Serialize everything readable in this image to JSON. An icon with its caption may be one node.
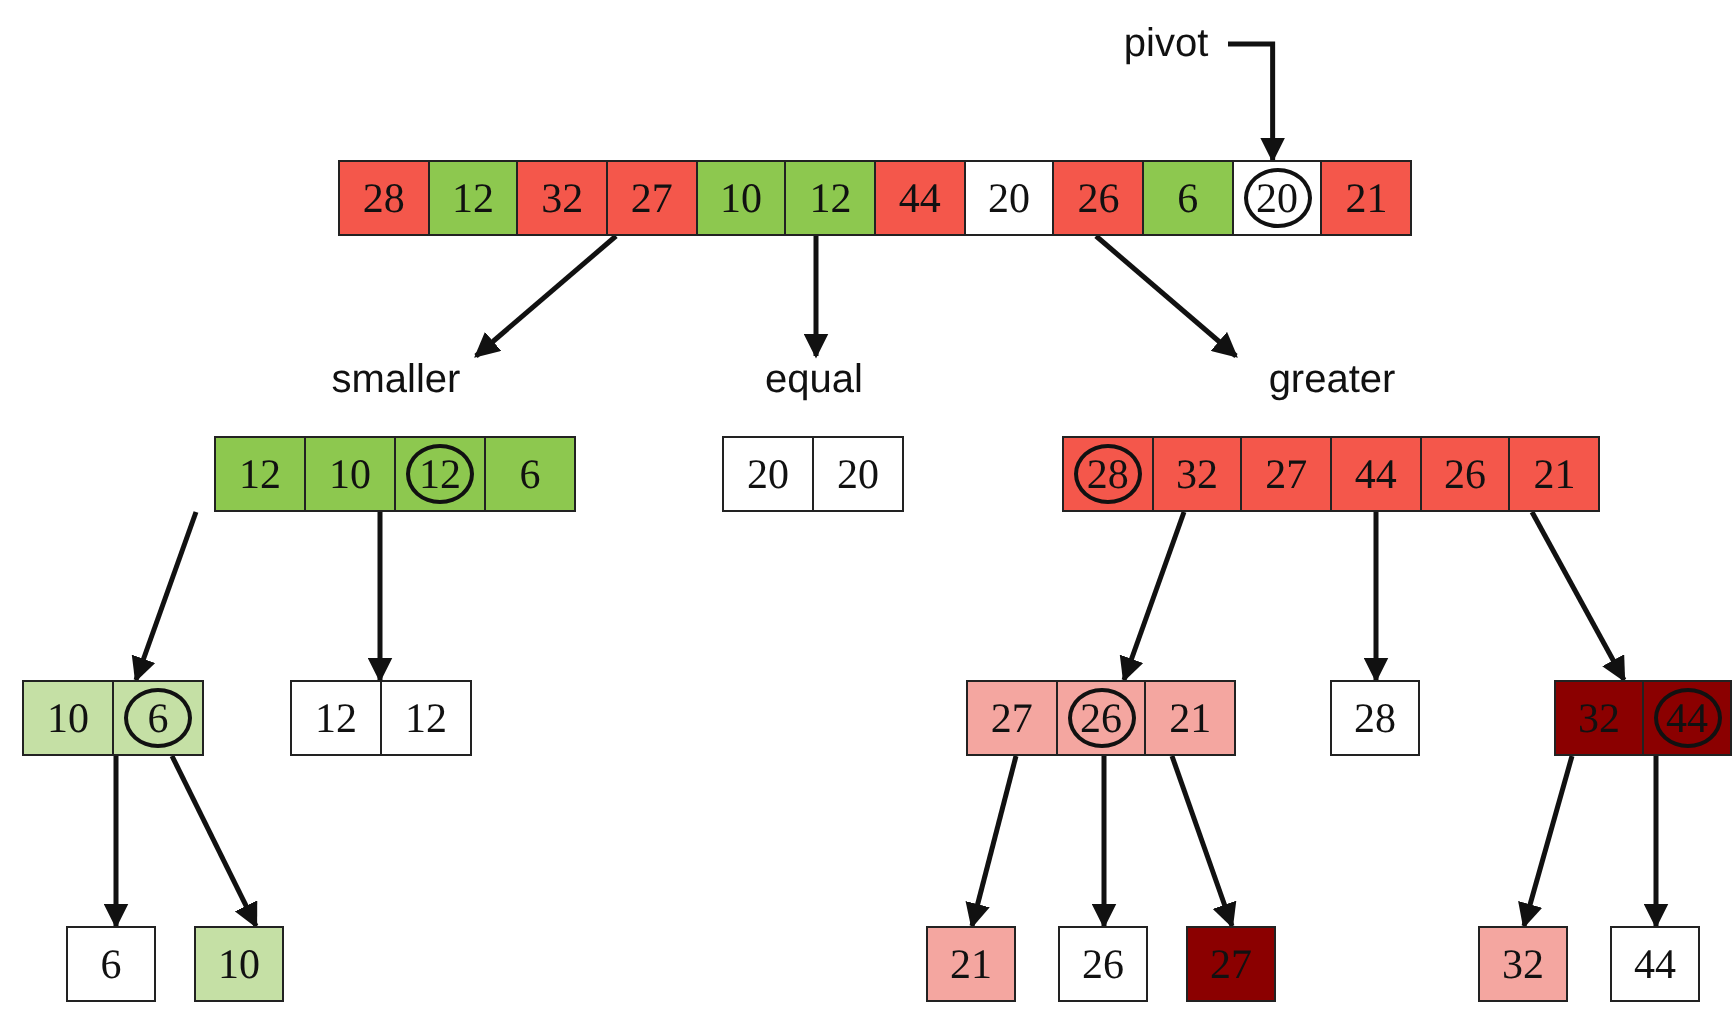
{
  "diagram": {
    "nodes": [
      {
        "text": [
          "pivot"
        ]
      },
      {
        "text": [
          "28",
          "12",
          "32",
          "27",
          "10",
          "12",
          "44",
          "20",
          "26",
          "6",
          "20",
          "21"
        ]
      },
      {
        "text": [
          "12",
          "10",
          "12",
          "6"
        ],
        "beside": [
          "smaller"
        ]
      },
      {
        "text": [
          "20",
          "20"
        ],
        "beside": [
          "equal"
        ]
      },
      {
        "text": [
          "28",
          "32",
          "27",
          "44",
          "26",
          "21"
        ],
        "beside": [
          "greater"
        ]
      },
      {
        "text": [
          "10",
          "6"
        ]
      },
      {
        "text": [
          "12",
          "12"
        ]
      },
      {
        "text": [
          "27",
          "26",
          "21"
        ]
      },
      {
        "text": [
          "28"
        ]
      },
      {
        "text": [
          "32",
          "44"
        ]
      },
      {
        "text": [
          "6"
        ]
      },
      {
        "text": [
          "10"
        ]
      },
      {
        "text": [
          "21"
        ]
      },
      {
        "text": [
          "26"
        ]
      },
      {
        "text": [
          "27"
        ]
      },
      {
        "text": [
          "32"
        ]
      },
      {
        "text": [
          "44"
        ]
      }
    ],
    "edges": [
      {
        "from": 0,
        "to": 1,
        "arrow": "to"
      },
      {
        "from": 1,
        "to": 2,
        "arrow": "to"
      },
      {
        "from": 1,
        "to": 3,
        "arrow": "to"
      },
      {
        "from": 1,
        "to": 4,
        "arrow": "to"
      },
      {
        "from": 2,
        "to": 5,
        "arrow": "to"
      },
      {
        "from": 2,
        "to": 6,
        "arrow": "to"
      },
      {
        "from": 4,
        "to": 7,
        "arrow": "to"
      },
      {
        "from": 4,
        "to": 8,
        "arrow": "to"
      },
      {
        "from": 4,
        "to": 9,
        "arrow": "to"
      },
      {
        "from": 5,
        "to": 10,
        "arrow": "to"
      },
      {
        "from": 5,
        "to": 11,
        "arrow": "to"
      },
      {
        "from": 7,
        "to": 12,
        "arrow": "to"
      },
      {
        "from": 7,
        "to": 13,
        "arrow": "to"
      },
      {
        "from": 7,
        "to": 14,
        "arrow": "to"
      },
      {
        "from": 9,
        "to": 15,
        "arrow": "to"
      },
      {
        "from": 9,
        "to": 16,
        "arrow": "to"
      }
    ]
  }
}
